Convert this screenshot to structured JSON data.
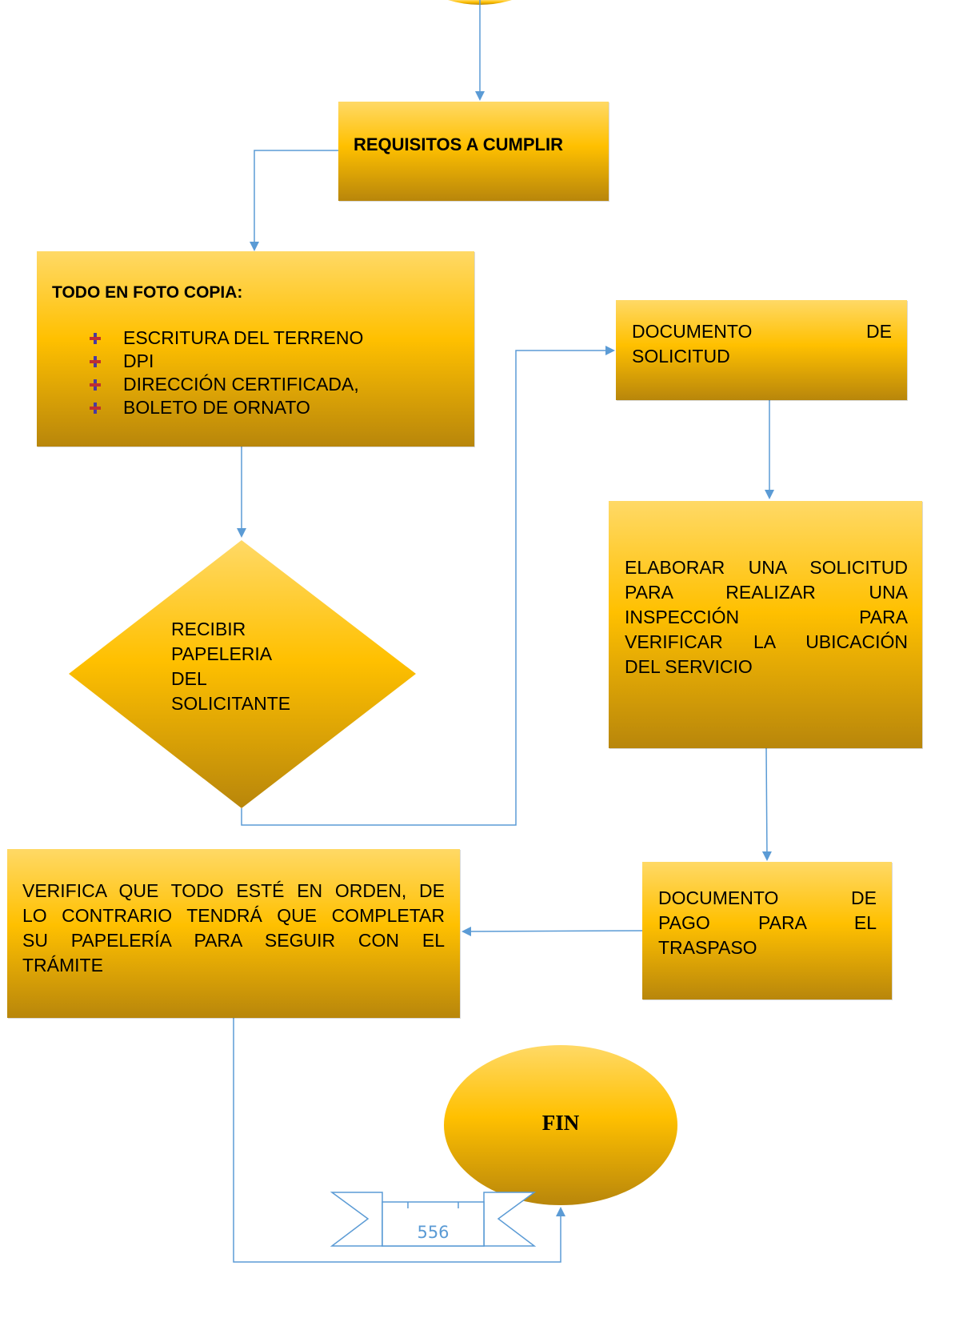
{
  "requisitos": {
    "title": "REQUISITOS A CUMPLIR"
  },
  "todo": {
    "heading": "TODO EN FOTO COPIA:",
    "items": [
      "ESCRITURA DEL TERRENO",
      "DPI",
      "DIRECCIÓN CERTIFICADA,",
      "BOLETO DE ORNATO"
    ]
  },
  "documento_solicitud": {
    "line1_a": "DOCUMENTO",
    "line1_b": "DE",
    "line2": "SOLICITUD"
  },
  "elaborar": {
    "lines": [
      "ELABORAR UNA SOLICITUD",
      "PARA REALIZAR UNA",
      "INSPECCIÓN PARA",
      "VERIFICAR LA UBICACIÓN",
      "DEL SERVICIO"
    ]
  },
  "recibir": {
    "lines": [
      "RECIBIR",
      "PAPELERIA",
      "DEL",
      "SOLICITANTE"
    ]
  },
  "documento_pago": {
    "lines": [
      "DOCUMENTO DE",
      "PAGO PARA EL",
      "TRASPASO"
    ]
  },
  "verifica": {
    "lines": [
      "VERIFICA QUE TODO ESTÉ EN ORDEN, DE",
      "LO CONTRARIO TENDRÁ QUE COMPLETAR",
      "SU PAPELERÍA PARA SEGUIR CON EL",
      "TRÁMITE"
    ]
  },
  "fin": {
    "label": "FIN"
  },
  "page_number": "556",
  "colors": {
    "connector": "#5b9bd5",
    "fill_top": "#ffd966",
    "fill_mid": "#ffc000",
    "fill_bottom": "#b8860b"
  }
}
